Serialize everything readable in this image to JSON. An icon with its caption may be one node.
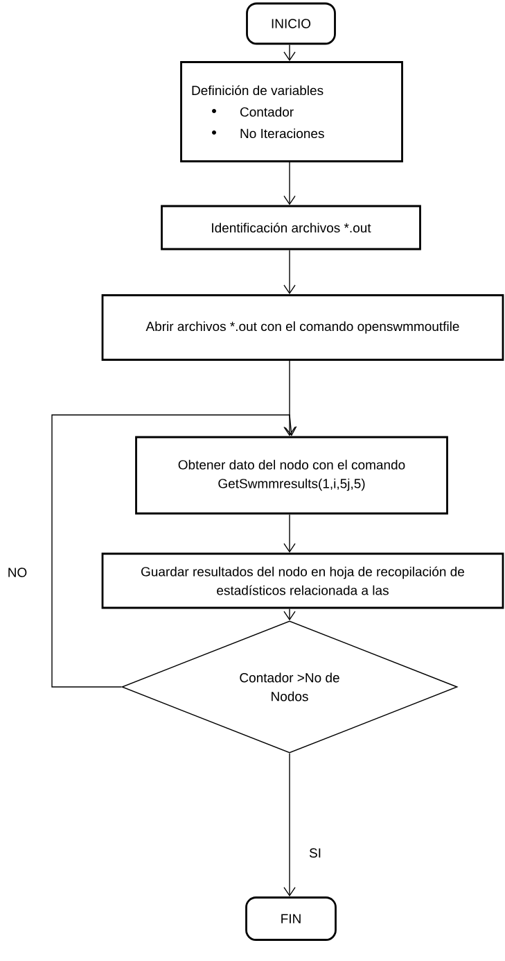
{
  "diagram": {
    "nodes": [
      {
        "text": [
          "INICIO"
        ]
      },
      {
        "text": [
          "Definición de variables",
          "Contador",
          "No Iteraciones"
        ]
      },
      {
        "text": [
          "Identificación archivos *.out"
        ]
      },
      {
        "text": [
          "Abrir archivos *.out con el comando openswmmoutfile"
        ]
      },
      {
        "text": [
          "Obtener dato del nodo con el comando GetSwmmresults(1,i,5j,5)"
        ]
      },
      {
        "text": [
          "Guardar resultados del nodo en hoja de recopilación de estadísticos relacionada a las"
        ]
      },
      {
        "text": [
          "Contador >No de Nodos"
        ]
      },
      {
        "text": [
          "FIN"
        ]
      }
    ],
    "edges": [
      {
        "from": 0,
        "to": 1,
        "arrow": "to"
      },
      {
        "from": 1,
        "to": 2,
        "arrow": "to"
      },
      {
        "from": 2,
        "to": 3,
        "arrow": "to"
      },
      {
        "from": 3,
        "to": 4,
        "arrow": "to"
      },
      {
        "from": 4,
        "to": 5,
        "arrow": "to"
      },
      {
        "from": 5,
        "to": 6,
        "arrow": "to"
      },
      {
        "from": 6,
        "to": 7,
        "arrow": "to",
        "label": "SI"
      },
      {
        "from": 6,
        "to": 4,
        "arrow": "to",
        "label": "NO"
      }
    ]
  }
}
